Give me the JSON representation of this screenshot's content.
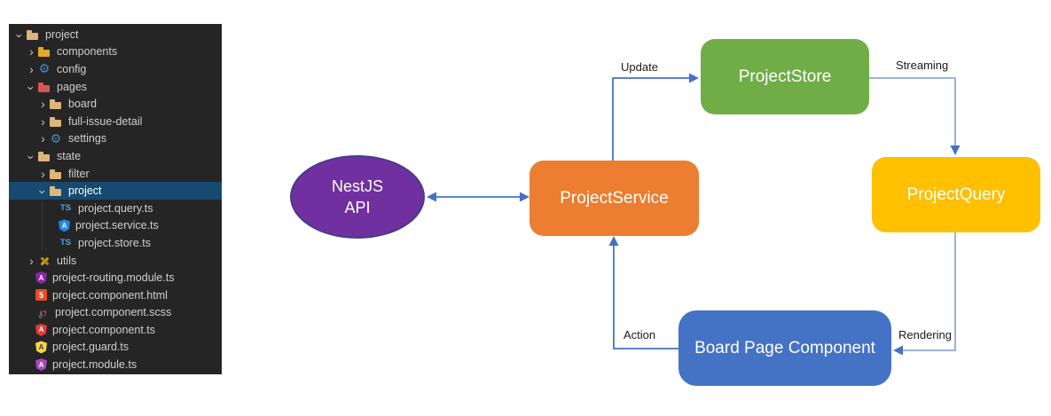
{
  "sidebar": {
    "items": [
      {
        "label": "project",
        "kind": "folder",
        "level": 0,
        "expanded": true,
        "icon": "folder",
        "selected": false
      },
      {
        "label": "components",
        "kind": "folder",
        "level": 1,
        "expanded": false,
        "icon": "components",
        "selected": false
      },
      {
        "label": "config",
        "kind": "folder",
        "level": 1,
        "expanded": false,
        "icon": "gear",
        "selected": false
      },
      {
        "label": "pages",
        "kind": "folder",
        "level": 1,
        "expanded": true,
        "icon": "folder-pages",
        "selected": false
      },
      {
        "label": "board",
        "kind": "folder",
        "level": 2,
        "expanded": false,
        "icon": "folder",
        "selected": false
      },
      {
        "label": "full-issue-detail",
        "kind": "folder",
        "level": 2,
        "expanded": false,
        "icon": "folder",
        "selected": false
      },
      {
        "label": "settings",
        "kind": "folder",
        "level": 2,
        "expanded": false,
        "icon": "gear",
        "selected": false
      },
      {
        "label": "state",
        "kind": "folder",
        "level": 1,
        "expanded": true,
        "icon": "folder",
        "selected": false
      },
      {
        "label": "filter",
        "kind": "folder",
        "level": 2,
        "expanded": false,
        "icon": "folder",
        "selected": false
      },
      {
        "label": "project",
        "kind": "folder",
        "level": 2,
        "expanded": true,
        "icon": "folder",
        "selected": true
      },
      {
        "label": "project.query.ts",
        "kind": "file",
        "level": 3,
        "icon": "ts",
        "selected": false
      },
      {
        "label": "project.service.ts",
        "kind": "file",
        "level": 3,
        "icon": "ng-service",
        "selected": false
      },
      {
        "label": "project.store.ts",
        "kind": "file",
        "level": 3,
        "icon": "ts",
        "selected": false
      },
      {
        "label": "utils",
        "kind": "folder",
        "level": 1,
        "expanded": false,
        "icon": "tools",
        "selected": false
      },
      {
        "label": "project-routing.module.ts",
        "kind": "file",
        "level": 1,
        "icon": "ng-routing",
        "selected": false
      },
      {
        "label": "project.component.html",
        "kind": "file",
        "level": 1,
        "icon": "html",
        "selected": false
      },
      {
        "label": "project.component.scss",
        "kind": "file",
        "level": 1,
        "icon": "scss",
        "selected": false
      },
      {
        "label": "project.component.ts",
        "kind": "file",
        "level": 1,
        "icon": "ng-component",
        "selected": false
      },
      {
        "label": "project.guard.ts",
        "kind": "file",
        "level": 1,
        "icon": "ng-guard",
        "selected": false
      },
      {
        "label": "project.module.ts",
        "kind": "file",
        "level": 1,
        "icon": "ng-module",
        "selected": false
      }
    ]
  },
  "diagram": {
    "nodes": {
      "nestjs": {
        "line1": "NestJS",
        "line2": "API"
      },
      "service": {
        "label": "ProjectService"
      },
      "store": {
        "label": "ProjectStore"
      },
      "query": {
        "label": "ProjectQuery"
      },
      "board": {
        "label": "Board Page Component"
      }
    },
    "edges": {
      "update": {
        "label": "Update"
      },
      "streaming": {
        "label": "Streaming"
      },
      "rendering": {
        "label": "Rendering"
      },
      "action": {
        "label": "Action"
      }
    }
  },
  "palette": {
    "sidebar_bg": "#252526",
    "sidebar_selection": "#164a70",
    "sidebar_text": "#cfcfcf",
    "node_nestjs": "#7030A0",
    "node_service": "#ED7D31",
    "node_store": "#70AD47",
    "node_query": "#FFC000",
    "node_board": "#4472C4",
    "arrow_dark": "#4472C4",
    "arrow_light": "#8FAADC"
  }
}
